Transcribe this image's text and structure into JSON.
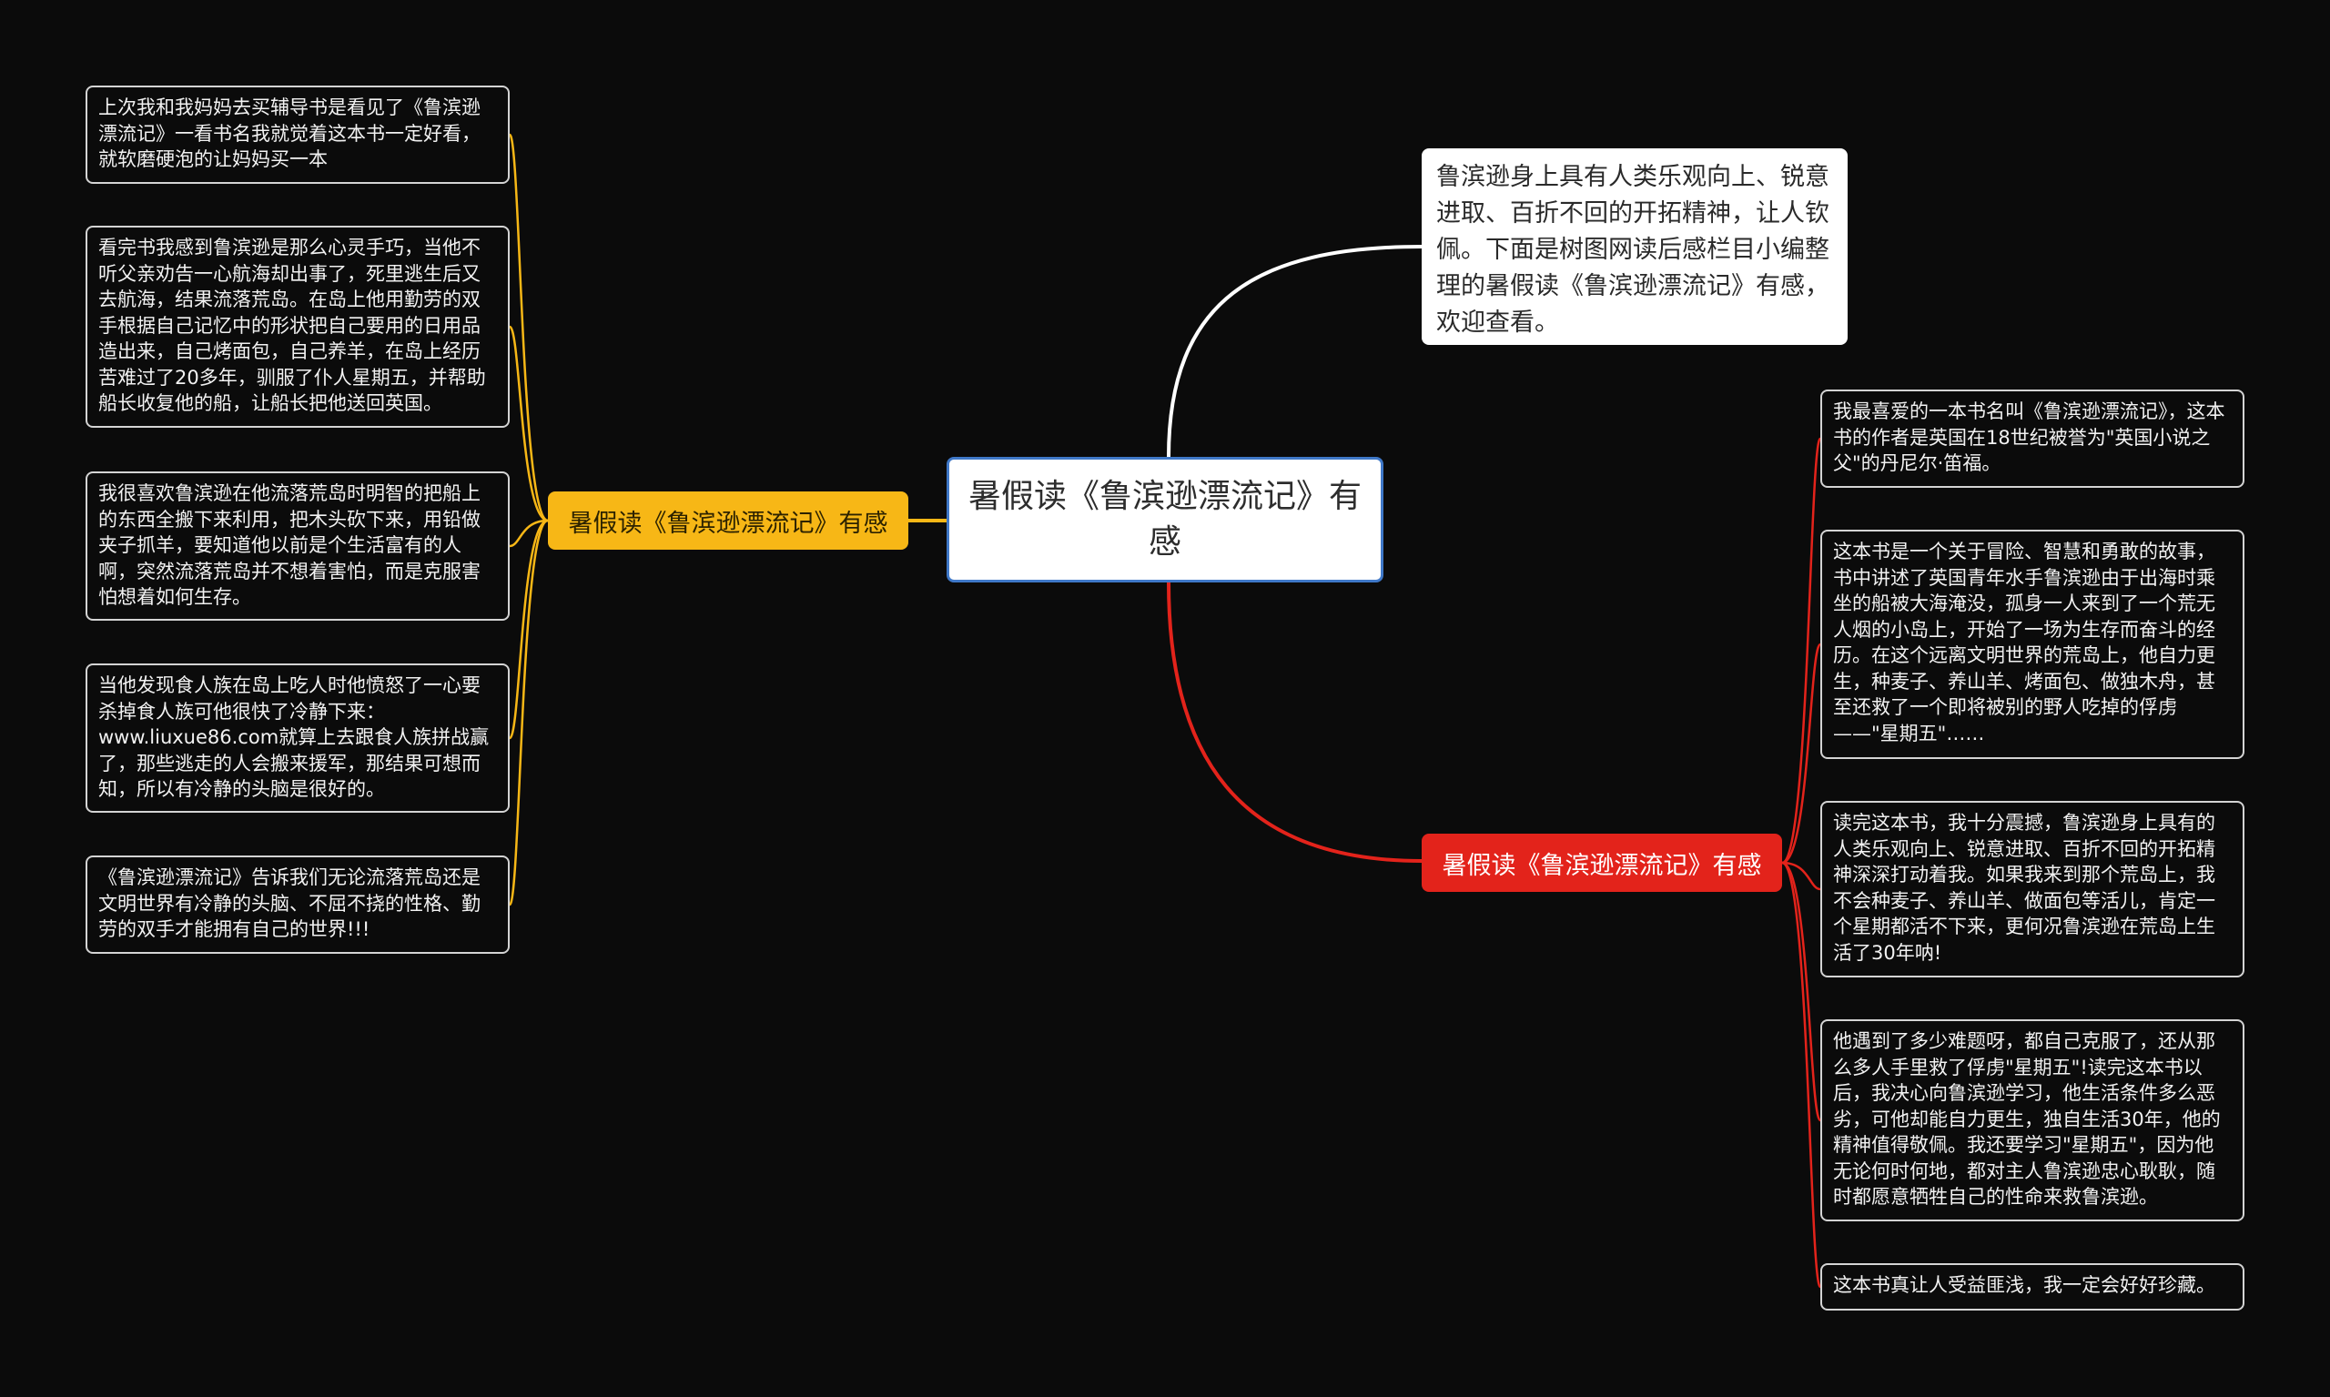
{
  "root": {
    "title": "暑假读《鲁滨逊漂流记》有感"
  },
  "intro": {
    "text": "鲁滨逊身上具有人类乐观向上、锐意进取、百折不回的开拓精神，让人钦佩。下面是树图网读后感栏目小编整理的暑假读《鲁滨逊漂流记》有感，欢迎查看。"
  },
  "branches": {
    "left": {
      "label": "暑假读《鲁滨逊漂流记》有感",
      "color": "#f7b716",
      "leaves": [
        "上次我和我妈妈去买辅导书是看见了《鲁滨逊漂流记》一看书名我就觉着这本书一定好看，就软磨硬泡的让妈妈买一本",
        "看完书我感到鲁滨逊是那么心灵手巧，当他不听父亲劝告一心航海却出事了，死里逃生后又去航海，结果流落荒岛。在岛上他用勤劳的双手根据自己记忆中的形状把自己要用的日用品造出来，自己烤面包，自己养羊，在岛上经历苦难过了20多年，驯服了仆人星期五，并帮助船长收复他的船，让船长把他送回英国。",
        "我很喜欢鲁滨逊在他流落荒岛时明智的把船上的东西全搬下来利用，把木头砍下来，用铅做夹子抓羊，要知道他以前是个生活富有的人啊，突然流落荒岛并不想着害怕，而是克服害怕想着如何生存。",
        "当他发现食人族在岛上吃人时他愤怒了一心要杀掉食人族可他很快了冷静下来：www.liuxue86.com就算上去跟食人族拼战赢了，那些逃走的人会搬来援军，那结果可想而知，所以有冷静的头脑是很好的。",
        "《鲁滨逊漂流记》告诉我们无论流落荒岛还是文明世界有冷静的头脑、不屈不挠的性格、勤劳的双手才能拥有自己的世界!!!"
      ]
    },
    "right": {
      "label": "暑假读《鲁滨逊漂流记》有感",
      "color": "#e3231b",
      "leaves": [
        "我最喜爱的一本书名叫《鲁滨逊漂流记》，这本书的作者是英国在18世纪被誉为\"英国小说之父\"的丹尼尔·笛福。",
        "这本书是一个关于冒险、智慧和勇敢的故事，书中讲述了英国青年水手鲁滨逊由于出海时乘坐的船被大海淹没，孤身一人来到了一个荒无人烟的小岛上，开始了一场为生存而奋斗的经历。在这个远离文明世界的荒岛上，他自力更生，种麦子、养山羊、烤面包、做独木舟，甚至还救了一个即将被别的野人吃掉的俘虏——\"星期五\"……",
        "读完这本书，我十分震撼，鲁滨逊身上具有的人类乐观向上、锐意进取、百折不回的开拓精神深深打动着我。如果我来到那个荒岛上，我不会种麦子、养山羊、做面包等活儿，肯定一个星期都活不下来，更何况鲁滨逊在荒岛上生活了30年呐!",
        "他遇到了多少难题呀，都自己克服了，还从那么多人手里救了俘虏\"星期五\"!读完这本书以后，我决心向鲁滨逊学习，他生活条件多么恶劣，可他却能自力更生，独自生活30年，他的精神值得敬佩。我还要学习\"星期五\"，因为他无论何时何地，都对主人鲁滨逊忠心耿耿，随时都愿意牺牲自己的性命来救鲁滨逊。",
        "这本书真让人受益匪浅，我一定会好好珍藏。"
      ]
    }
  },
  "colors": {
    "background": "#0b0b0b",
    "intro_link": "#ffffff",
    "root_border": "#3f78c8"
  }
}
